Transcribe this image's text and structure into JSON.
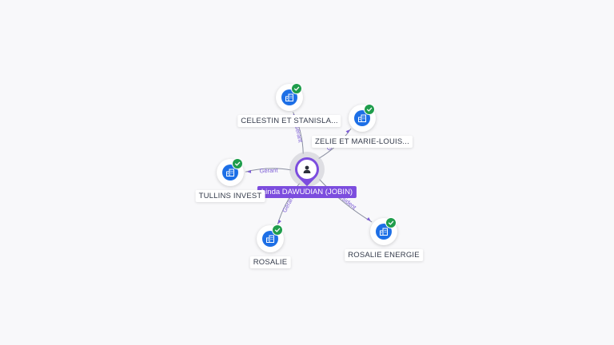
{
  "center": {
    "name": "Linda DAWUDIAN (JOBIN)",
    "icon": "person-icon",
    "color": "#7c4dde"
  },
  "companies": [
    {
      "id": "celestin",
      "label": "CELESTIN ET STANISLA...",
      "relation": "Gérant",
      "icon": "company-building-icon",
      "verified": true
    },
    {
      "id": "zelie",
      "label": "ZELIE ET MARIE-LOUIS...",
      "relation": "Gérant",
      "icon": "company-building-icon",
      "verified": true
    },
    {
      "id": "tullins",
      "label": "TULLINS INVEST",
      "relation": "Gérant",
      "icon": "company-building-icon",
      "verified": true
    },
    {
      "id": "rosalie",
      "label": "ROSALIE",
      "relation": "Gérant",
      "icon": "company-building-icon",
      "verified": true
    },
    {
      "id": "rosalie-energie",
      "label": "ROSALIE ENERGIE",
      "relation": "Président",
      "icon": "company-building-icon",
      "verified": true
    }
  ],
  "colors": {
    "company_node": "#1d6fe6",
    "verified_badge": "#1f9d4c",
    "edge": "#8a8fa0",
    "edge_label": "#7c5cd6"
  }
}
